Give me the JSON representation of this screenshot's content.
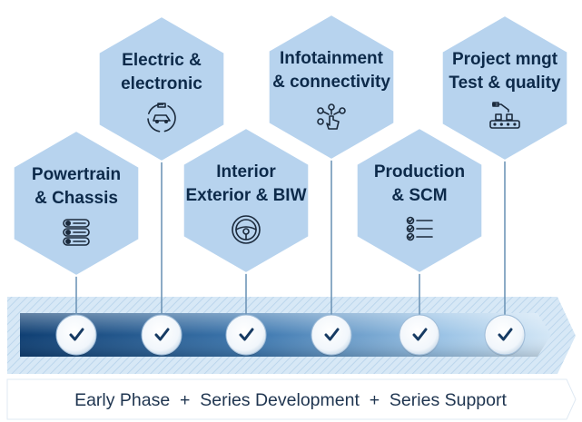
{
  "colors": {
    "hex_fill": "#b7d3ee",
    "hex_stroke": "#ffffff",
    "connector": "#6f96b8",
    "band_light": "#cfe3f4",
    "arrow_dark": "#0f3f73",
    "arrow_light": "#bcd8ef",
    "check_circle": "#ffffff",
    "check_mark": "#173b63",
    "title_text": "#0d2a4a",
    "footer_text": "#1f3550"
  },
  "hexagons": [
    {
      "id": "powertrain",
      "lines": [
        "Powertrain",
        "& Chassis"
      ],
      "icon": "numbered-list-icon"
    },
    {
      "id": "electric",
      "lines": [
        "Electric &",
        "electronic"
      ],
      "icon": "electric-car-icon"
    },
    {
      "id": "interior",
      "lines": [
        "Interior",
        "Exterior & BIW"
      ],
      "icon": "steering-wheel-icon"
    },
    {
      "id": "infotainment",
      "lines": [
        "Infotainment",
        "& connectivity"
      ],
      "icon": "touch-network-icon"
    },
    {
      "id": "production",
      "lines": [
        "Production",
        "& SCM"
      ],
      "icon": "checklist-icon"
    },
    {
      "id": "project",
      "lines": [
        "Project mngt",
        "Test & quality"
      ],
      "icon": "assembly-line-icon"
    }
  ],
  "milestones": [
    "check",
    "check",
    "check",
    "check",
    "check",
    "check"
  ],
  "footer": {
    "text": "Early Phase  +  Series Development  +  Series Support"
  }
}
